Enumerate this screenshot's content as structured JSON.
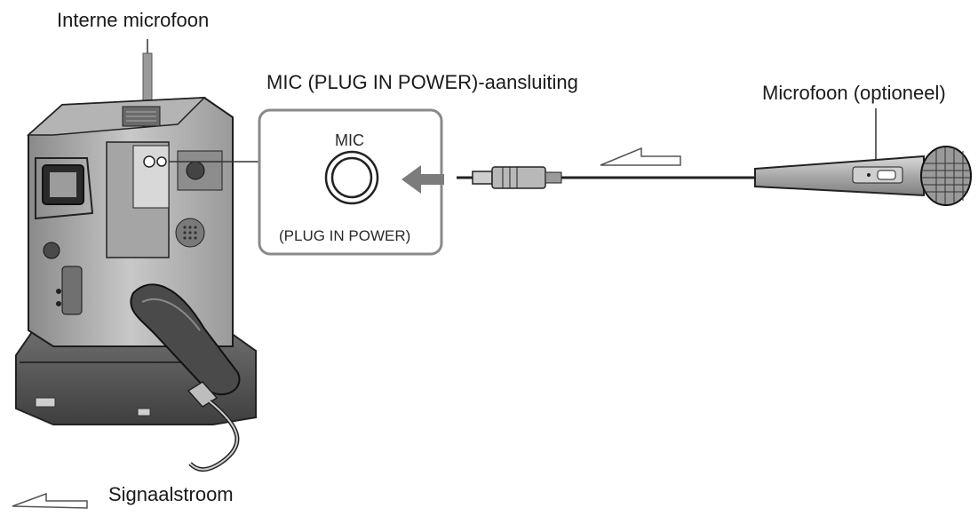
{
  "labels": {
    "internal_microphone": "Interne microfoon",
    "mic_jack": "MIC (PLUG IN POWER)-aansluiting",
    "microphone_optional": "Microfoon (optioneel)",
    "signal_flow": "Signaalstroom"
  },
  "inset": {
    "mic": "MIC",
    "plug_in_power": "(PLUG IN POWER)"
  }
}
